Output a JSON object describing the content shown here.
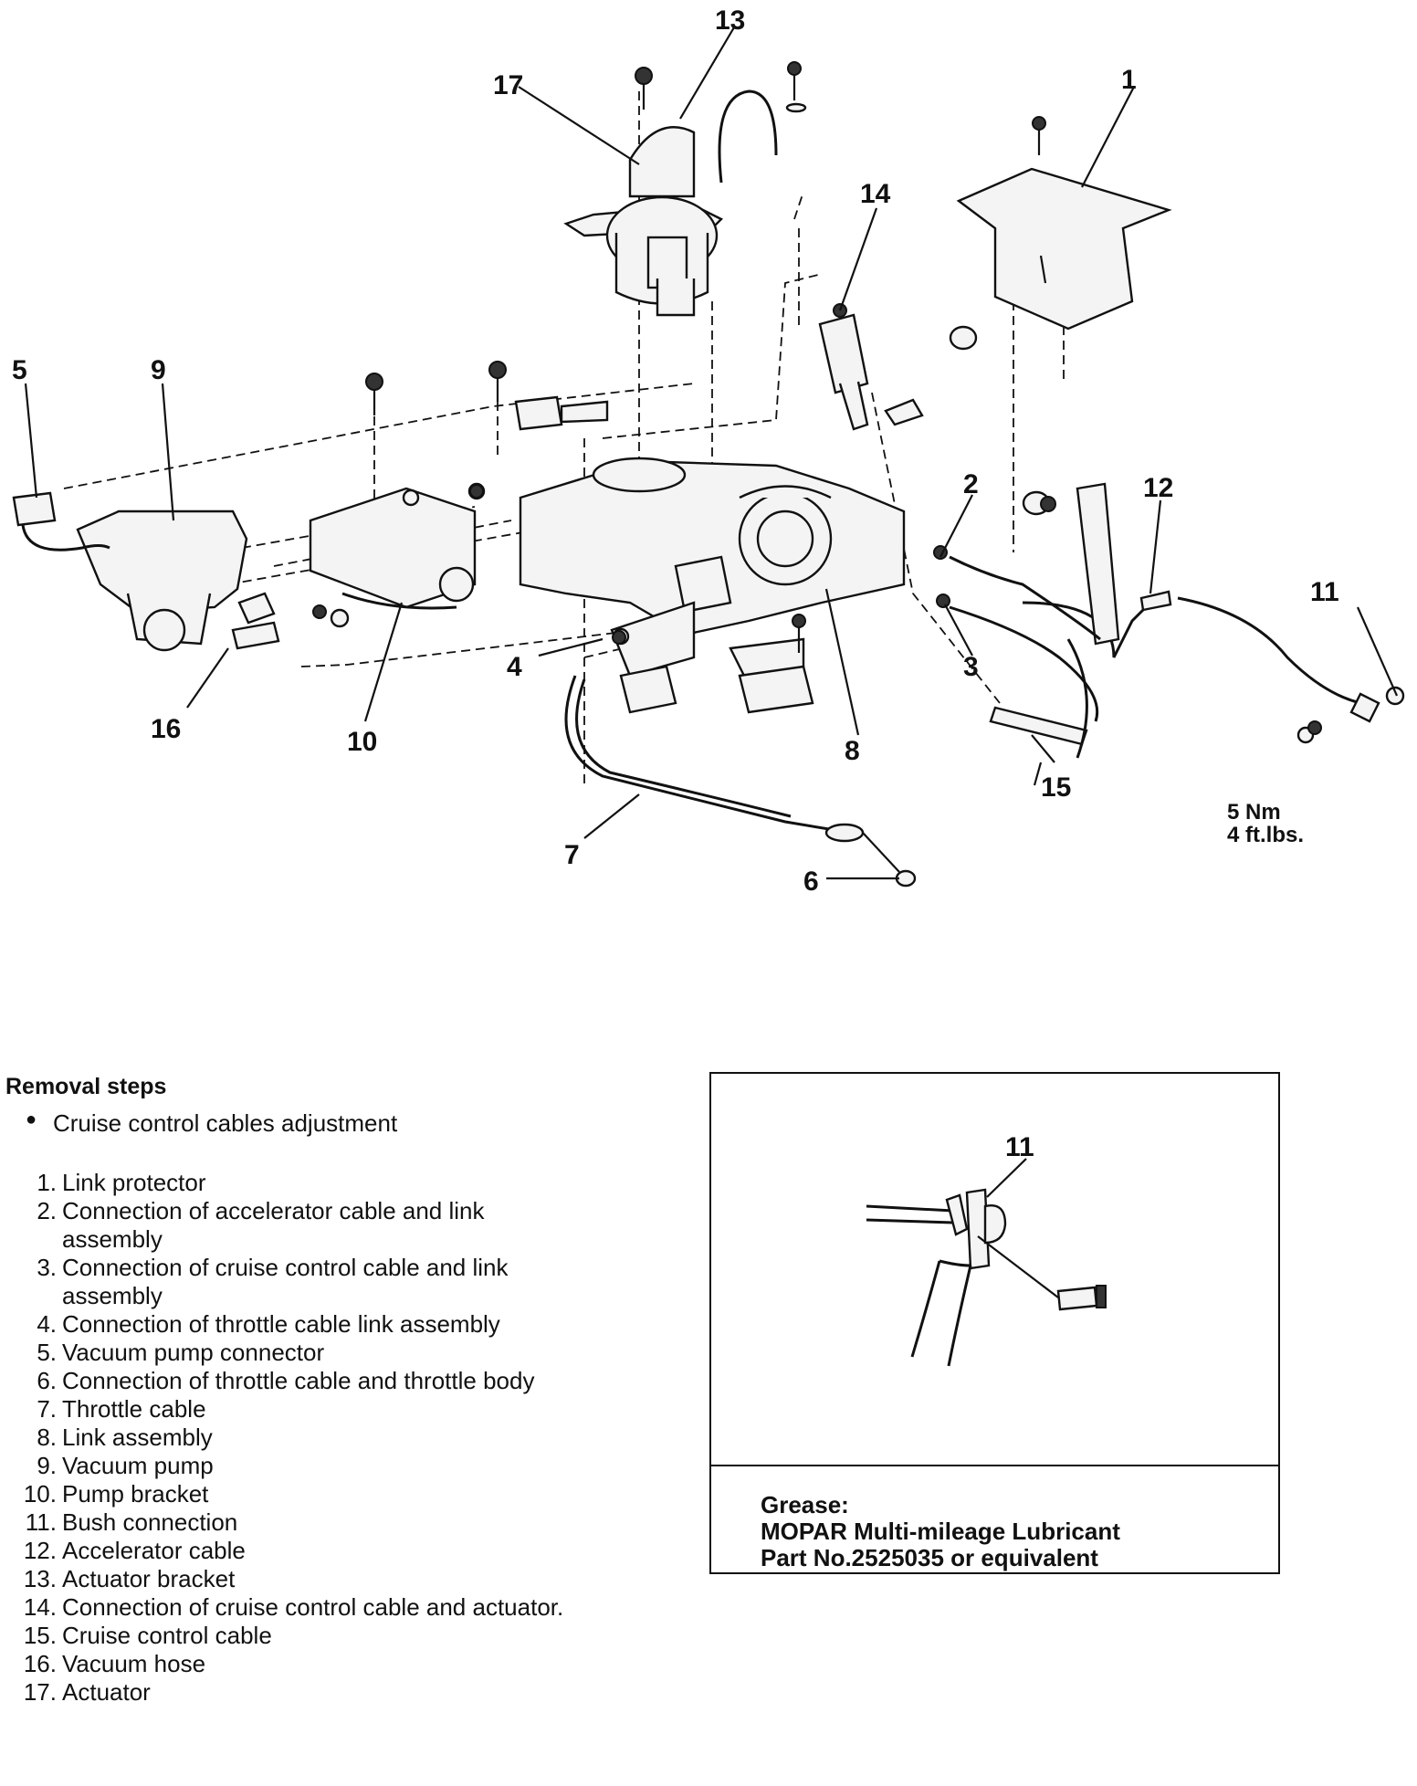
{
  "callouts": {
    "c1": "1",
    "c2": "2",
    "c3": "3",
    "c4": "4",
    "c5": "5",
    "c6": "6",
    "c7": "7",
    "c8": "8",
    "c9": "9",
    "c10": "10",
    "c11": "11",
    "c12": "12",
    "c13": "13",
    "c14": "14",
    "c15": "15",
    "c16": "16",
    "c17": "17"
  },
  "torque": {
    "value": "5 Nm",
    "imperial": "4 ft.lbs."
  },
  "removal": {
    "heading": "Removal steps",
    "bullet": "Cruise control cables adjustment",
    "steps": [
      {
        "num": "1.",
        "text": "Link protector"
      },
      {
        "num": "2.",
        "text": "Connection of accelerator cable and link assembly"
      },
      {
        "num": "3.",
        "text": "Connection of cruise control cable and link assembly"
      },
      {
        "num": "4.",
        "text": "Connection of throttle cable link assembly"
      },
      {
        "num": "5.",
        "text": "Vacuum pump connector"
      },
      {
        "num": "6.",
        "text": "Connection of throttle cable and throttle body"
      },
      {
        "num": "7.",
        "text": "Throttle cable"
      },
      {
        "num": "8.",
        "text": "Link assembly"
      },
      {
        "num": "9.",
        "text": "Vacuum pump"
      },
      {
        "num": "10.",
        "text": "Pump bracket"
      },
      {
        "num": "11.",
        "text": "Bush connection"
      },
      {
        "num": "12.",
        "text": "Accelerator cable"
      },
      {
        "num": "13.",
        "text": "Actuator bracket"
      },
      {
        "num": "14.",
        "text": "Connection of cruise control cable and actuator."
      },
      {
        "num": "15.",
        "text": "Cruise control cable"
      },
      {
        "num": "16.",
        "text": "Vacuum hose"
      },
      {
        "num": "17.",
        "text": "Actuator"
      }
    ]
  },
  "inset": {
    "callout": "11",
    "grease_label": "Grease:",
    "lubricant": "MOPAR Multi-mileage Lubricant",
    "part_no": "Part No.2525035 or equivalent"
  }
}
